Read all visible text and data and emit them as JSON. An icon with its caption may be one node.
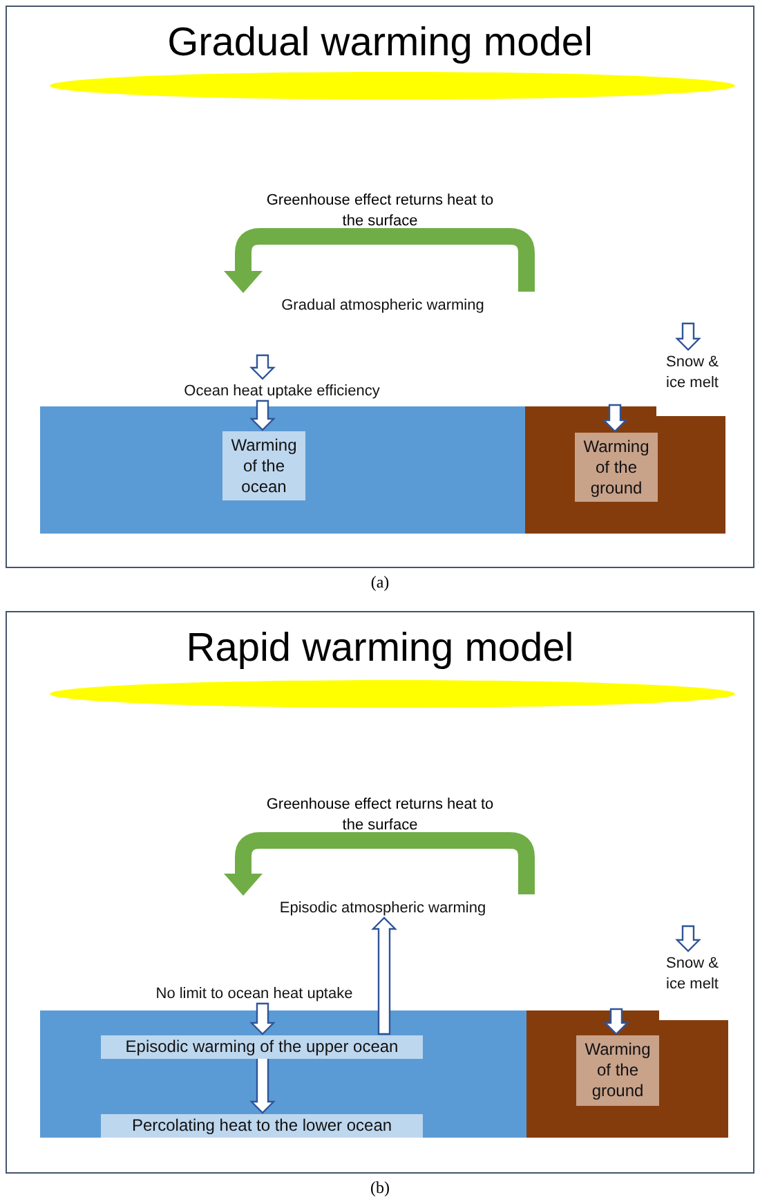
{
  "diagram": {
    "nodes": [
      {
        "text": [
          "Gradual warming model"
        ]
      },
      {
        "text": [
          "Gradual atmospheric warming"
        ],
        "in": 0
      },
      {
        "text": [
          "Ocean heat uptake efficiency"
        ],
        "in": 0
      },
      {
        "text": [
          "Snow & ice melt"
        ],
        "in": 0
      },
      {
        "text": [],
        "shape": "box",
        "in": 0
      },
      {
        "text": [
          "Warming of the ocean"
        ],
        "in": 4
      },
      {
        "text": [],
        "shape": "box",
        "in": 0
      },
      {
        "text": [
          "Warming of the ground"
        ],
        "in": 6
      },
      {
        "text": [
          "Rapid warming model"
        ]
      },
      {
        "text": [
          "Episodic atmospheric warming"
        ],
        "in": 8
      },
      {
        "text": [
          "No limit to ocean heat uptake"
        ],
        "in": 8
      },
      {
        "text": [
          "Snow & ice melt"
        ],
        "in": 8
      },
      {
        "text": [],
        "shape": "box",
        "in": 8
      },
      {
        "text": [
          "Episodic warming of the upper ocean"
        ],
        "in": 12
      },
      {
        "text": [
          "Percolating heat to the lower ocean"
        ],
        "in": 12
      },
      {
        "text": [],
        "shape": "box",
        "in": 8
      },
      {
        "text": [
          "Warming of the ground"
        ],
        "in": 15
      }
    ],
    "edges": [
      {
        "from": null,
        "to": 1,
        "arrow": "to",
        "label": "Greenhouse effect returns heat to the surface",
        "color": "#70ad47"
      },
      {
        "from": null,
        "to": 2,
        "arrow": "to"
      },
      {
        "from": 2,
        "to": 5,
        "arrow": "to"
      },
      {
        "from": null,
        "to": 3,
        "arrow": "to"
      },
      {
        "from": null,
        "to": 7,
        "arrow": "to"
      },
      {
        "from": null,
        "to": 9,
        "arrow": "to",
        "label": "Greenhouse effect returns heat to the surface",
        "color": "#70ad47"
      },
      {
        "from": 10,
        "to": 13,
        "arrow": "to"
      },
      {
        "from": 13,
        "to": 9,
        "arrow": "to"
      },
      {
        "from": 13,
        "to": 14,
        "arrow": "to"
      },
      {
        "from": null,
        "to": 11,
        "arrow": "to"
      },
      {
        "from": null,
        "to": 16,
        "arrow": "to"
      }
    ],
    "labels": [
      "(a)",
      "(b)"
    ]
  }
}
